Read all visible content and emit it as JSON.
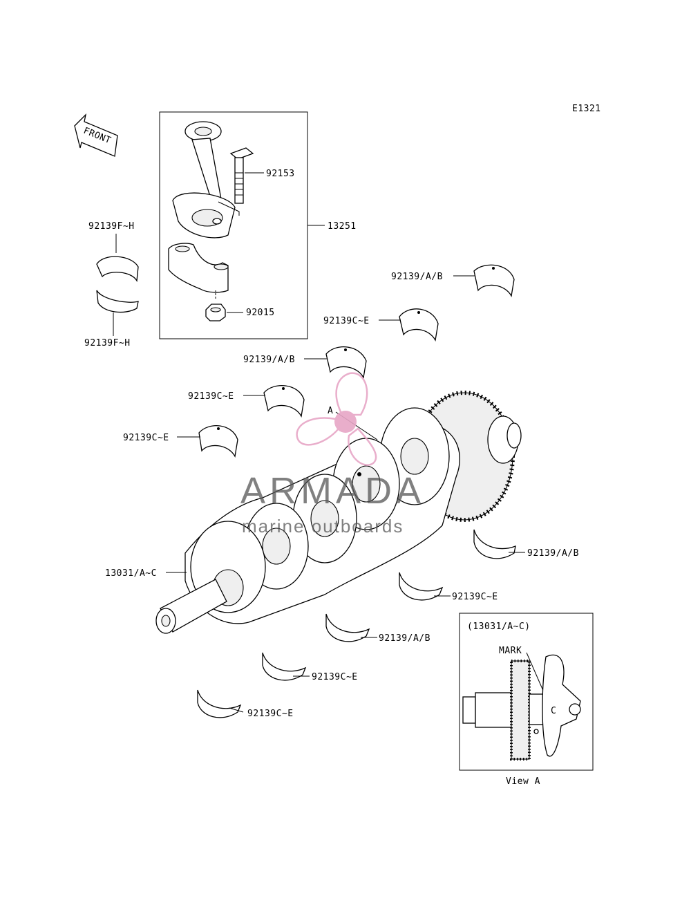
{
  "diagram_code": "E1321",
  "front_arrow": {
    "text": "FRONT"
  },
  "callouts": {
    "bolt": "92153",
    "con_rod_assy": "13251",
    "nut": "92015",
    "rod_bearing_upper": "92139F~H",
    "rod_bearing_lower": "92139F~H",
    "main_bearing_1": "92139/A/B",
    "main_bearing_2": "92139C~E",
    "main_bearing_3": "92139/A/B",
    "main_bearing_4": "92139C~E",
    "main_bearing_5": "92139C~E",
    "crankshaft": "13031/A~C",
    "lower_bearing_1": "92139/A/B",
    "lower_bearing_2": "92139C~E",
    "lower_bearing_3": "92139/A/B",
    "lower_bearing_4": "92139C~E",
    "lower_bearing_5": "92139C~E"
  },
  "view_ref": "A",
  "inset": {
    "title": "(13031/A~C)",
    "mark_label": "MARK",
    "mark_symbol": "C",
    "caption": "View A"
  },
  "watermark": {
    "brand": "ARMADA",
    "tagline": "marine outboards",
    "color": "#e7a6c6"
  }
}
